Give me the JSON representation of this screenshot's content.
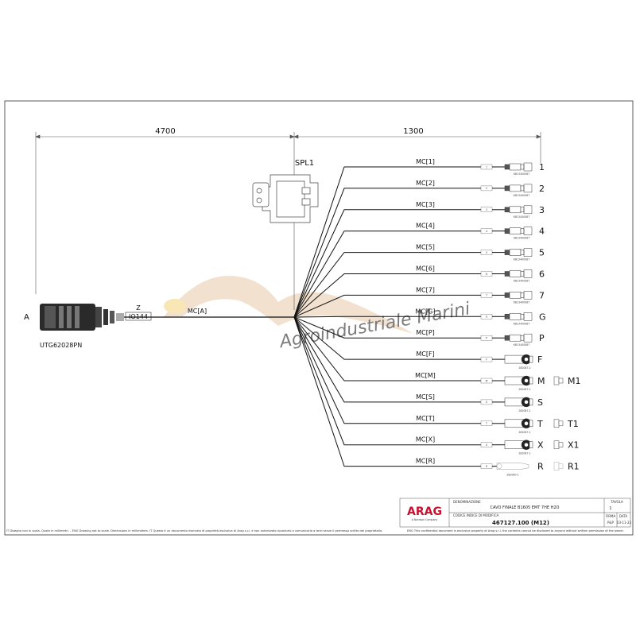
{
  "dimensions": {
    "left": "4700",
    "right": "1300"
  },
  "splitter": {
    "label": "SPL1"
  },
  "main_connector": {
    "letter": "A",
    "code": "UTG62028PN"
  },
  "cable": {
    "tag_letter": "Z",
    "tag_code": "IO144",
    "label": "MC[A]"
  },
  "branches": [
    {
      "label": "MC[1]",
      "tag": "1",
      "code": "KB13400087",
      "pin": "1",
      "type": "small"
    },
    {
      "label": "MC[2]",
      "tag": "2",
      "code": "KB13400087",
      "pin": "2",
      "type": "small"
    },
    {
      "label": "MC[3]",
      "tag": "3",
      "code": "KB13400087",
      "pin": "3",
      "type": "small"
    },
    {
      "label": "MC[4]",
      "tag": "4",
      "code": "KB13400087",
      "pin": "4",
      "type": "small"
    },
    {
      "label": "MC[5]",
      "tag": "5",
      "code": "KB13400087",
      "pin": "5",
      "type": "small"
    },
    {
      "label": "MC[6]",
      "tag": "6",
      "code": "KB13400087",
      "pin": "6",
      "type": "small"
    },
    {
      "label": "MC[7]",
      "tag": "7",
      "code": "KB13400087",
      "pin": "7",
      "type": "small"
    },
    {
      "label": "MC[G]",
      "tag": "G",
      "code": "KB13400087",
      "pin": "G",
      "type": "small"
    },
    {
      "label": "MC[P]",
      "tag": "P",
      "code": "KB13400087",
      "pin": "P",
      "type": "small"
    },
    {
      "label": "MC[F]",
      "tag": "F",
      "code": "282087-1",
      "pin": "F",
      "type": "round"
    },
    {
      "label": "MC[M]",
      "tag": "M",
      "code": "282087-1",
      "pin": "M",
      "type": "round",
      "mate": "M1"
    },
    {
      "label": "MC[S]",
      "tag": "S",
      "code": "282087-1",
      "pin": "S",
      "type": "round"
    },
    {
      "label": "MC[T]",
      "tag": "T",
      "code": "282087-1",
      "pin": "T",
      "type": "round",
      "mate": "T1"
    },
    {
      "label": "MC[X]",
      "tag": "X",
      "code": "282087-1",
      "pin": "X",
      "type": "round",
      "mate": "X1"
    },
    {
      "label": "MC[R]",
      "tag": "R",
      "code": "282080-1",
      "pin": "R",
      "type": "ghost",
      "mate": "R1"
    }
  ],
  "watermark": {
    "text": "Agroindustriale Marini"
  },
  "title_block": {
    "logo": "ARAG",
    "logo_sub": "A Nordson Company",
    "denominazione_label": "DENOMINAZIONE",
    "description": "CAVO FINALE B1605 EMT 7HE H2O",
    "codice_label": "CODICE INDICE DI MODIFICA",
    "part_number": "467127.100 (M12)",
    "tavola_label": "TAVOLA",
    "tavola_value": "1",
    "firma_label": "FIRMA",
    "data_label": "DATA",
    "firma_value": "P&P",
    "data_value": "03-11-23"
  },
  "footer_left": "IT Disegno non in scala. Quote in millimetri. – ENG Drawing not to scale. Dimensions in millimeters.   IT Questo è un documento riservato di proprietà esclusiva di Arag s.r.l. e non autorizzato riprodurlo o comunicarlo a terzi senza il permesso scritto del proprietario.",
  "footer_right": "ENG This confidential document is exclusive property of Arag s.r.l. the contents cannot be disclosed to anyone without written permission of the owner."
}
